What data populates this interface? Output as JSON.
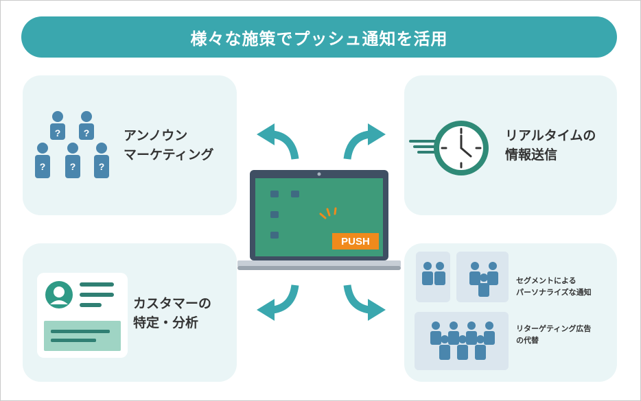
{
  "title": "様々な施策でプッシュ通知を活用",
  "colors": {
    "teal": "#3aa7ae",
    "panel": "#eaf5f6",
    "person": "#4a86ad",
    "orange": "#f08a1c",
    "screen": "#3e9b7a"
  },
  "center": {
    "push_label": "PUSH"
  },
  "panels": {
    "top_left": {
      "line1": "アンノウン",
      "line2": "マーケティング",
      "icon": "unknown-people-icon"
    },
    "top_right": {
      "line1": "リアルタイムの",
      "line2": "情報送信",
      "icon": "fast-clock-icon"
    },
    "bottom_left": {
      "line1": "カスタマーの",
      "line2": "特定・分析",
      "icon": "profile-card-icon"
    },
    "bottom_right": {
      "segment": {
        "line1": "セグメントによる",
        "line2": "パーソナライズな通知",
        "icon": "segment-people-icon"
      },
      "retarget": {
        "line1": "リターゲティング広告",
        "line2": "の代替",
        "icon": "crowd-icon"
      }
    }
  }
}
